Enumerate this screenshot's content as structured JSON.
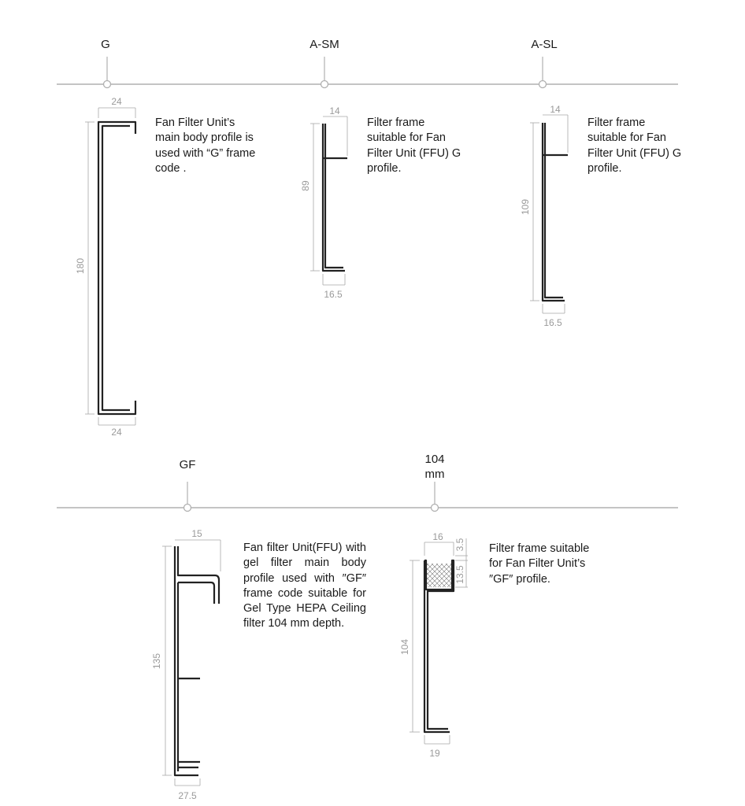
{
  "profiles": {
    "g": {
      "code": "G",
      "dim_top": "24",
      "dim_height": "180",
      "dim_bottom": "24",
      "description": "Fan Filter Unit’s main body profile is used with “G” frame code ."
    },
    "a_sm": {
      "code": "A-SM",
      "dim_top": "14",
      "dim_height": "89",
      "dim_bottom": "16.5",
      "description": "Filter frame suitable for Fan Filter Unit (FFU) G profile."
    },
    "a_sl": {
      "code": "A-SL",
      "dim_top": "14",
      "dim_height": "109",
      "dim_bottom": "16.5",
      "description": "Filter frame suitable for Fan Filter Unit (FFU) G profile."
    },
    "gf": {
      "code": "GF",
      "dim_top": "15",
      "dim_height": "135",
      "dim_bottom": "27.5",
      "description": "Fan filter Unit(FFU) with gel filter main body profile used with ″GF″ frame code suitable for Gel Type HEPA Ceiling filter 104 mm depth."
    },
    "mm104": {
      "code_line1": "104",
      "code_line2": "mm",
      "dim_top": "16",
      "dim_gap_top": "3.5",
      "dim_channel": "13.5",
      "dim_height": "104",
      "dim_bottom": "19",
      "description": "Filter frame suitable for Fan Filter Unit’s ″GF″ profile."
    }
  }
}
